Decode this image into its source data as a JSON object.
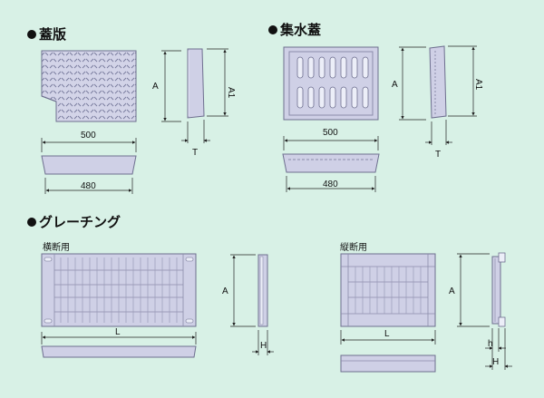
{
  "sections": {
    "cover_plate": {
      "title": "蓋版"
    },
    "catch_basin_cover": {
      "title": "集水蓋"
    },
    "grating": {
      "title": "グレーチング",
      "transverse": "横断用",
      "longitudinal": "縦断用"
    }
  },
  "dims": {
    "a": "A",
    "a1": "A1",
    "t": "T",
    "w500": "500",
    "w480": "480",
    "l": "L",
    "h_big": "H",
    "h_small": "h"
  },
  "colors": {
    "background": "#d8f1e6",
    "product_fill": "#cfd0e6",
    "product_stroke": "#6e6f8f"
  }
}
